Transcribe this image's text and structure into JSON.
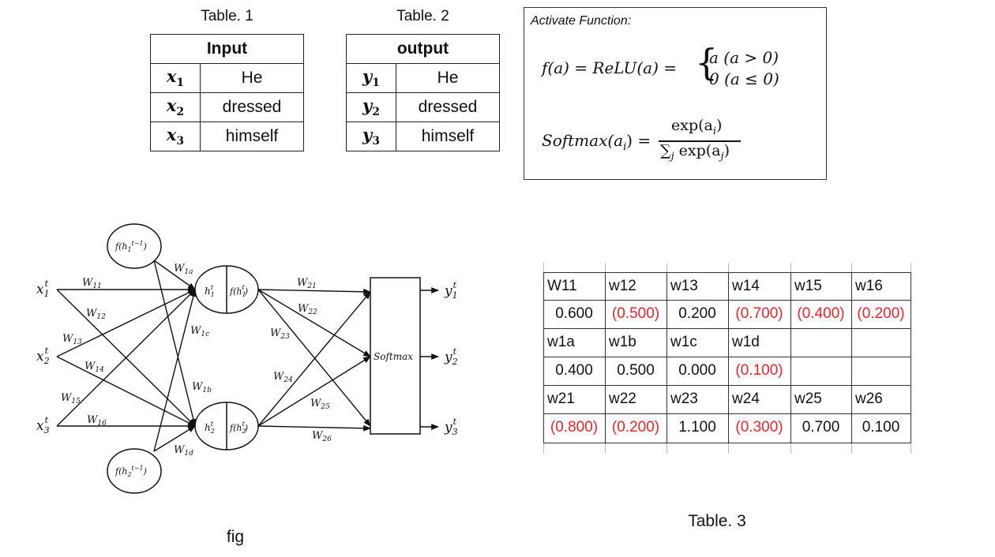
{
  "table1": {
    "caption": "Table. 1",
    "header": "Input",
    "rows": [
      {
        "var": "x",
        "sub": "1",
        "word": "He"
      },
      {
        "var": "x",
        "sub": "2",
        "word": "dressed"
      },
      {
        "var": "x",
        "sub": "3",
        "word": "himself"
      }
    ]
  },
  "table2": {
    "caption": "Table. 2",
    "header": "output",
    "rows": [
      {
        "var": "y",
        "sub": "1",
        "word": "He"
      },
      {
        "var": "y",
        "sub": "2",
        "word": "dressed"
      },
      {
        "var": "y",
        "sub": "3",
        "word": "himself"
      }
    ]
  },
  "activate": {
    "title": "Activate Function:",
    "relu_lhs": "f(a)  = ReLU(a)  =",
    "relu_case1": "a  (a > 0)",
    "relu_case2": "0  (a ≤ 0)",
    "softmax_lhs": "Softmax(a",
    "softmax_num": "exp(a",
    "softmax_den": "∑",
    "softmax_den2": "exp(a",
    "sub_i": "i",
    "sub_j": "j",
    "close": ")",
    "eq": " ="
  },
  "figure": {
    "caption": "fig",
    "prev1_label": "f(h",
    "prev1_sub": "1",
    "prev1_sup": "t−1",
    "prev2_label": "f(h",
    "prev2_sub": "2",
    "prev2_sup": "t−1",
    "h1_label": "h",
    "h1_sub": "1",
    "h2_label": "h",
    "h2_sub": "2",
    "fh1_label": "f(h",
    "fh1_sub": "1",
    "fh2_label": "f(h",
    "fh2_sub": "2",
    "sup_t": "t",
    "softmax_label": "Softmax",
    "inputs": [
      {
        "var": "x",
        "sub": "1",
        "sup": "t"
      },
      {
        "var": "x",
        "sub": "2",
        "sup": "t"
      },
      {
        "var": "x",
        "sub": "3",
        "sup": "t"
      }
    ],
    "outputs": [
      {
        "var": "y",
        "sub": "1",
        "sup": "t"
      },
      {
        "var": "y",
        "sub": "2",
        "sup": "t"
      },
      {
        "var": "y",
        "sub": "3",
        "sup": "t"
      }
    ],
    "weights": {
      "W11": {
        "base": "W",
        "sub": "11"
      },
      "W12": {
        "base": "W",
        "sub": "12"
      },
      "W13": {
        "base": "W",
        "sub": "13"
      },
      "W14": {
        "base": "W",
        "sub": "14"
      },
      "W15": {
        "base": "W",
        "sub": "15"
      },
      "W16": {
        "base": "W",
        "sub": "16"
      },
      "W1a": {
        "base": "W",
        "sub": "1a"
      },
      "W1b": {
        "base": "W",
        "sub": "1b"
      },
      "W1c": {
        "base": "W",
        "sub": "1c"
      },
      "W1d": {
        "base": "W",
        "sub": "1d"
      },
      "W21": {
        "base": "W",
        "sub": "21"
      },
      "W22": {
        "base": "W",
        "sub": "22"
      },
      "W23": {
        "base": "W",
        "sub": "23"
      },
      "W24": {
        "base": "W",
        "sub": "24"
      },
      "W25": {
        "base": "W",
        "sub": "25"
      },
      "W26": {
        "base": "W",
        "sub": "26"
      }
    }
  },
  "table3": {
    "caption": "Table. 3",
    "highlight_color": "#e8232a",
    "rows": [
      {
        "kind": "label",
        "cells": [
          "W11",
          "w12",
          "w13",
          "w14",
          "w15",
          "w16"
        ]
      },
      {
        "kind": "value",
        "cells": [
          {
            "text": "0.600",
            "red": false
          },
          {
            "text": "(0.500)",
            "red": true
          },
          {
            "text": "0.200",
            "red": false
          },
          {
            "text": "(0.700)",
            "red": true
          },
          {
            "text": "(0.400)",
            "red": true
          },
          {
            "text": "(0.200)",
            "red": true
          }
        ]
      },
      {
        "kind": "label",
        "cells": [
          "w1a",
          "w1b",
          "w1c",
          "w1d",
          "",
          ""
        ]
      },
      {
        "kind": "value",
        "cells": [
          {
            "text": "0.400",
            "red": false
          },
          {
            "text": "0.500",
            "red": false
          },
          {
            "text": "0.000",
            "red": false
          },
          {
            "text": "(0.100)",
            "red": true
          },
          {
            "text": "",
            "red": false
          },
          {
            "text": "",
            "red": false
          }
        ]
      },
      {
        "kind": "label",
        "cells": [
          "w21",
          "w22",
          "w23",
          "w24",
          "w25",
          "w26"
        ]
      },
      {
        "kind": "value",
        "cells": [
          {
            "text": "(0.800)",
            "red": true
          },
          {
            "text": "(0.200)",
            "red": true
          },
          {
            "text": "1.100",
            "red": false
          },
          {
            "text": "(0.300)",
            "red": true
          },
          {
            "text": "0.700",
            "red": false
          },
          {
            "text": "0.100",
            "red": false
          }
        ]
      }
    ]
  }
}
